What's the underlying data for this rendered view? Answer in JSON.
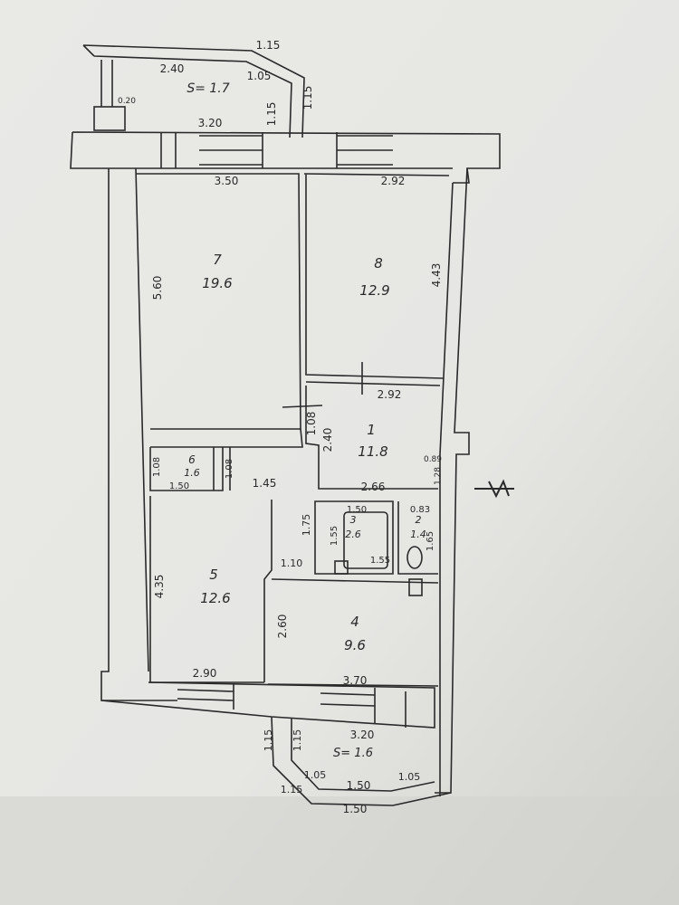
{
  "plan": {
    "rooms": [
      {
        "id": "7",
        "number": "7",
        "area": "19.6"
      },
      {
        "id": "8",
        "number": "8",
        "area": "12.9"
      },
      {
        "id": "1",
        "number": "1",
        "area": "11.8"
      },
      {
        "id": "6",
        "number": "6",
        "area": "1.6"
      },
      {
        "id": "3",
        "number": "3",
        "area": "2.6"
      },
      {
        "id": "2",
        "number": "2",
        "area": "1.4"
      },
      {
        "id": "5",
        "number": "5",
        "area": "12.6"
      },
      {
        "id": "4",
        "number": "4",
        "area": "9.6"
      }
    ],
    "balconies": {
      "top": {
        "area_label": "S= 1.7"
      },
      "bottom": {
        "area_label": "S= 1.6"
      }
    },
    "dims": [
      "1.15",
      "2.40",
      "1.05",
      "1.15",
      "1.15",
      "0.20",
      "3.20",
      "3.50",
      "2.92",
      "5.60",
      "4.43",
      "2.92",
      "1.08",
      "2.40",
      "1.08",
      "1.08",
      "1.50",
      "1.45",
      "0.89",
      "1.28",
      "2.66",
      "1.50",
      "0.83",
      "1.75",
      "1.55",
      "1.55",
      "1.65",
      "1.10",
      "4.35",
      "2.60",
      "2.90",
      "3.70",
      "1.15",
      "1.15",
      "3.20",
      "1.05",
      "1.50",
      "1.05",
      "1.15",
      "1.50"
    ]
  },
  "colors": {
    "paper": "#ecece9",
    "ink": "#2a2a2a",
    "shade": "#d4d4d0"
  }
}
